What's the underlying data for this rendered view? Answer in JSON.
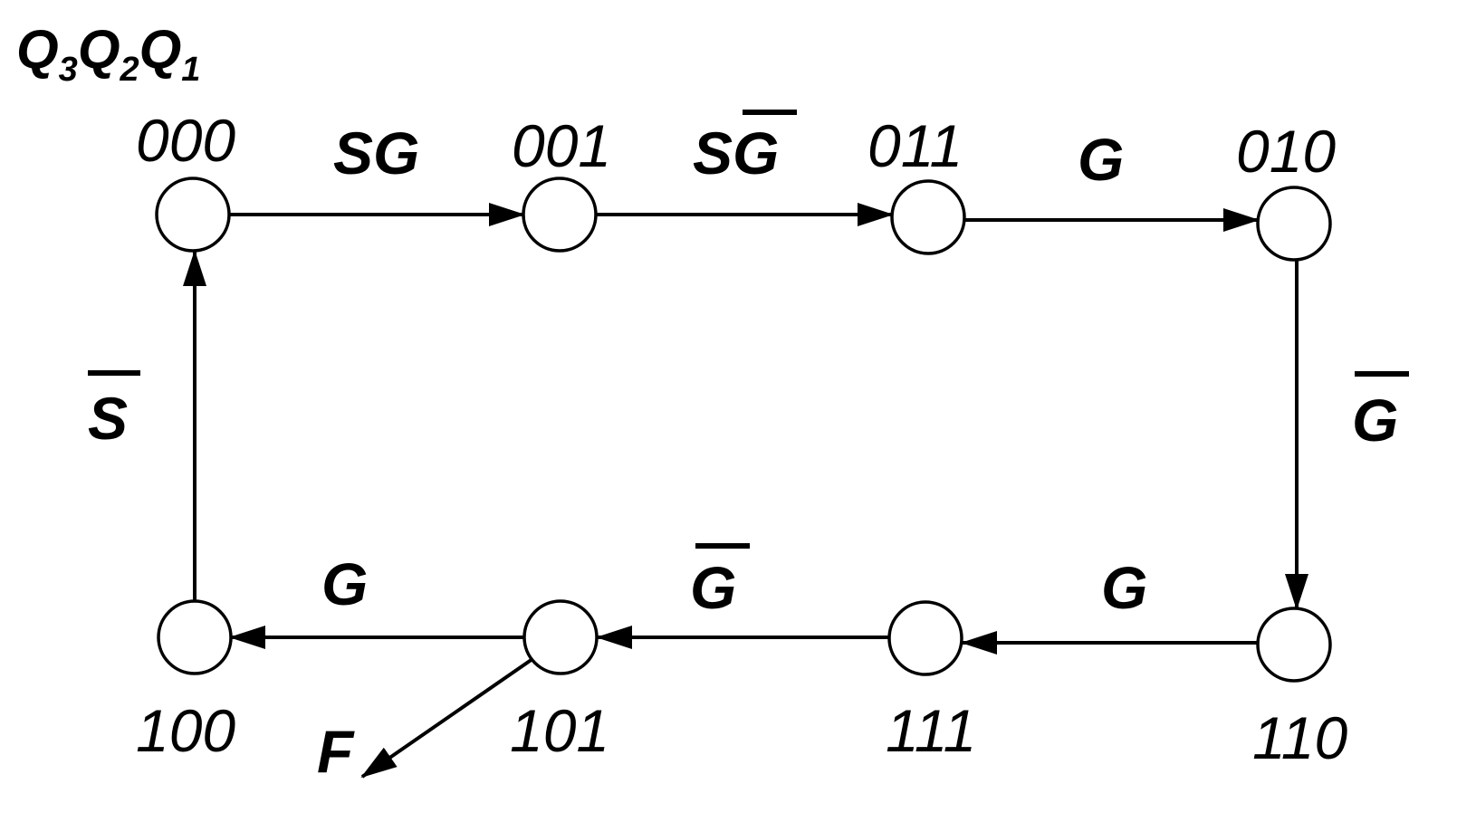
{
  "header": {
    "letter": "Q",
    "subscripts": [
      "3",
      "2",
      "1"
    ]
  },
  "states": {
    "s000": "000",
    "s001": "001",
    "s011": "011",
    "s010": "010",
    "s110": "110",
    "s111": "111",
    "s101": "101",
    "s100": "100"
  },
  "transitions": {
    "t_000_001": {
      "parts": [
        {
          "text": "S",
          "bar": false
        },
        {
          "text": "G",
          "bar": false
        }
      ]
    },
    "t_001_011": {
      "parts": [
        {
          "text": "S",
          "bar": false
        },
        {
          "text": "G",
          "bar": true
        }
      ]
    },
    "t_011_010": {
      "parts": [
        {
          "text": "G",
          "bar": false
        }
      ]
    },
    "t_010_110": {
      "parts": [
        {
          "text": "G",
          "bar": true
        }
      ]
    },
    "t_110_111": {
      "parts": [
        {
          "text": "G",
          "bar": false
        }
      ]
    },
    "t_111_101": {
      "parts": [
        {
          "text": "G",
          "bar": true
        }
      ]
    },
    "t_101_100": {
      "parts": [
        {
          "text": "G",
          "bar": false
        }
      ]
    },
    "t_100_000": {
      "parts": [
        {
          "text": "S",
          "bar": true
        }
      ]
    }
  },
  "output": {
    "label": "F"
  }
}
